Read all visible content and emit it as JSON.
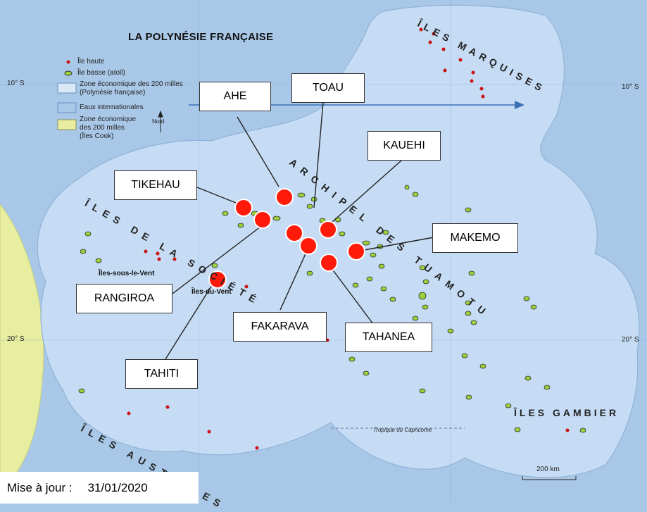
{
  "map": {
    "title": "LA POLYNÉSIE FRANÇAISE",
    "legend": {
      "high_island": "Île haute",
      "low_island": "Île basse (atoll)",
      "eez_fp_1": "Zone économique des 200 milles",
      "eez_fp_2": "(Polynésie française)",
      "intl_waters": "Eaux internationales",
      "eez_cook_1": "Zone économique",
      "eez_cook_2": "des 200 milles",
      "eez_cook_3": "(Îles Cook)",
      "north": "Nord"
    },
    "latitudes": {
      "top_left": "10° S",
      "top_right": "10° S",
      "bottom_left": "20° S",
      "bottom_right": "20° S"
    },
    "archipelagos": {
      "marquises": "ÎLES MARQUISES",
      "tuamotu": "ARCHIPEL DES TUAMOTU",
      "societe": "ÎLES DE LA SOCIÉTÉ",
      "australes": "ÎLES AUSTRALES",
      "gambier": "ÎLES GAMBIER",
      "sous_le_vent": "Îles-sous-le-Vent",
      "du_vent": "Îles-du-Vent"
    },
    "tropic": "Tropique du Capricorne",
    "scale": "200 km",
    "callouts": [
      "AHE",
      "TOAU",
      "KAUEHI",
      "TIKEHAU",
      "MAKEMO",
      "RANGIROA",
      "FAKARAVA",
      "TAHANEA",
      "TAHITI"
    ],
    "footer": {
      "label": "Mise à jour :",
      "date": "31/01/2020"
    },
    "colors": {
      "ocean": "#a9c8e8",
      "eez": "#c6dcf5",
      "cook": "#e8eea0",
      "marker": "#ff0000"
    }
  }
}
